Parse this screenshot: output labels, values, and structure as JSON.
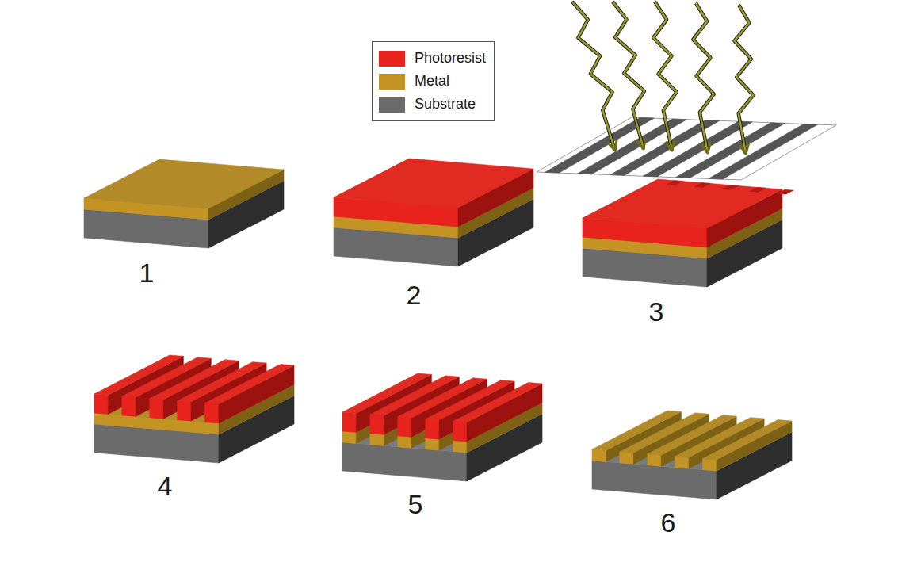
{
  "diagram": {
    "labels": [
      "1",
      "2",
      "3",
      "4",
      "5",
      "6"
    ],
    "legend": [
      {
        "text": "Photoresist",
        "color": "#e8231e"
      },
      {
        "text": "Metal",
        "color": "#c39424"
      },
      {
        "text": "Substrate",
        "color": "#6b6b6b"
      }
    ]
  }
}
